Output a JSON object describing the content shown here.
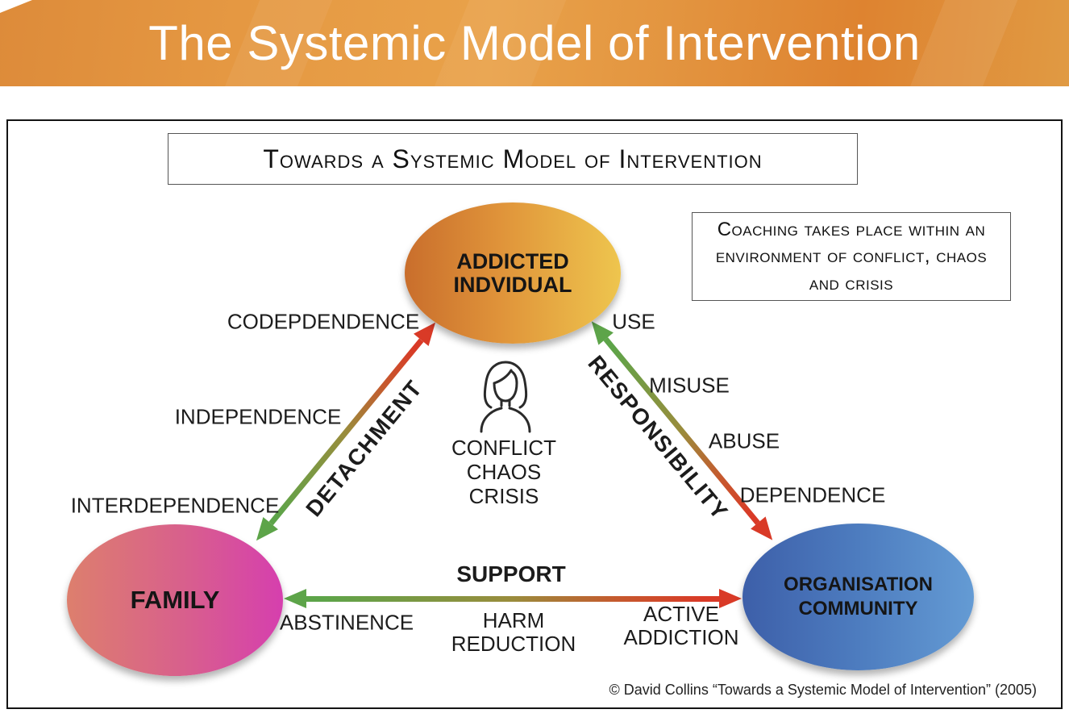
{
  "header": {
    "title": "The Systemic Model of Intervention",
    "banner_colors": {
      "left": "#dd8b3a",
      "mid": "#e9a24a",
      "right": "#e09a43"
    }
  },
  "diagram": {
    "title_box": "Towards a Systemic Model of Intervention",
    "coaching_note": "Coaching takes place within an environment of conflict, chaos and crisis",
    "nodes": {
      "addicted_individual": {
        "line1": "ADDICTED",
        "line2": "INDVIDUAL",
        "gradient_left": "#c96e2c",
        "gradient_right": "#eec54e"
      },
      "family": {
        "label": "FAMILY",
        "gradient_left": "#dd7f6d",
        "gradient_right": "#d63fae"
      },
      "organisation_community": {
        "line1": "ORGANISATION",
        "line2": "COMMUNITY",
        "gradient_left": "#3d5fa9",
        "gradient_right": "#649bd4"
      }
    },
    "center": {
      "icon": "person-icon",
      "lines": [
        "CONFLICT",
        "CHAOS",
        "CRISIS"
      ]
    },
    "axes": {
      "detachment": {
        "label": "DETACHMENT",
        "levels": [
          "CODEPDENDENCE",
          "INDEPENDENCE",
          "INTERDEPENDENCE"
        ]
      },
      "responsibility": {
        "label": "RESPONSIBILITY",
        "levels": [
          "USE",
          "MISUSE",
          "ABUSE",
          "DEPENDENCE"
        ]
      },
      "support": {
        "label": "SUPPORT",
        "levels": [
          "ABSTINENCE",
          "HARM REDUCTION",
          "ACTIVE ADDICTION"
        ]
      }
    },
    "arrow_colors": {
      "green": "#5da449",
      "mid": "#9a8c3c",
      "red": "#d93a27"
    },
    "copyright": "© David Collins “Towards a Systemic Model of Intervention” (2005)"
  }
}
